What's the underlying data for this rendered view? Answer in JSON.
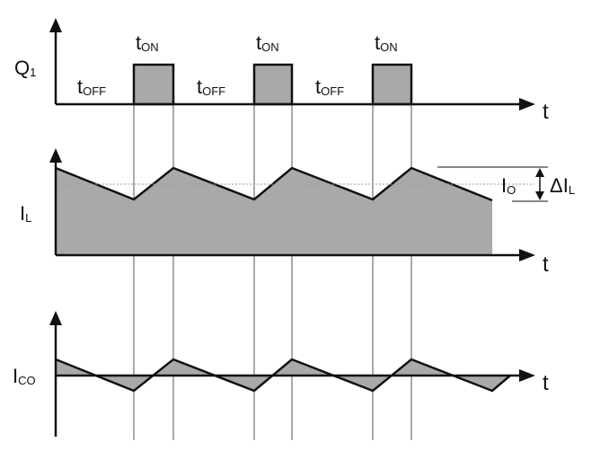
{
  "colors": {
    "fill": "#a9a9a9",
    "stroke": "#111111",
    "grid": "#555555",
    "dotted": "#999999"
  },
  "q1": {
    "label_main": "Q",
    "label_sub": "1",
    "axis_t": "t",
    "t_letter": "t",
    "on_sub": "ON",
    "off_sub": "OFF"
  },
  "il": {
    "label_main": "I",
    "label_sub": "L",
    "axis_t": "t",
    "io_main": "I",
    "io_sub": "O",
    "dil_main": "ΔI",
    "dil_sub": "L"
  },
  "ico": {
    "label_main": "I",
    "label_sub": "CO",
    "axis_t": "t"
  }
}
